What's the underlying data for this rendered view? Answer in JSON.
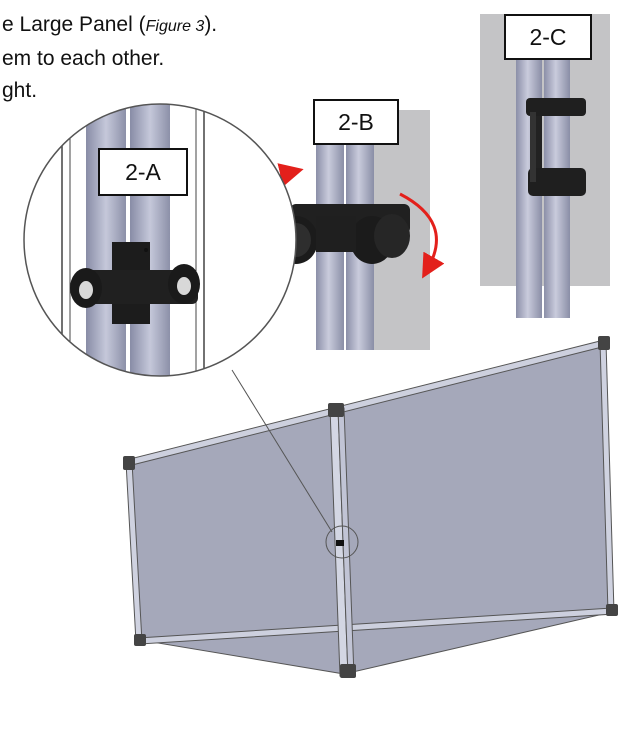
{
  "instructions": {
    "line1_text": "e Large Panel (",
    "line1_ref": "Figure 3",
    "line1_end": ").",
    "line2": "em to each other.",
    "line3": "ght."
  },
  "labels": {
    "detail_a": "2-A",
    "detail_b": "2-B",
    "detail_c": "2-C"
  },
  "colors": {
    "rotation_arrow": "#e3201b",
    "panel_fill": "#a5a8ba",
    "tube": "#b3b6cc",
    "clip": "#1e1e1e"
  },
  "icons": {
    "rotate_arrows": "curved-rotation-arrows-icon"
  }
}
